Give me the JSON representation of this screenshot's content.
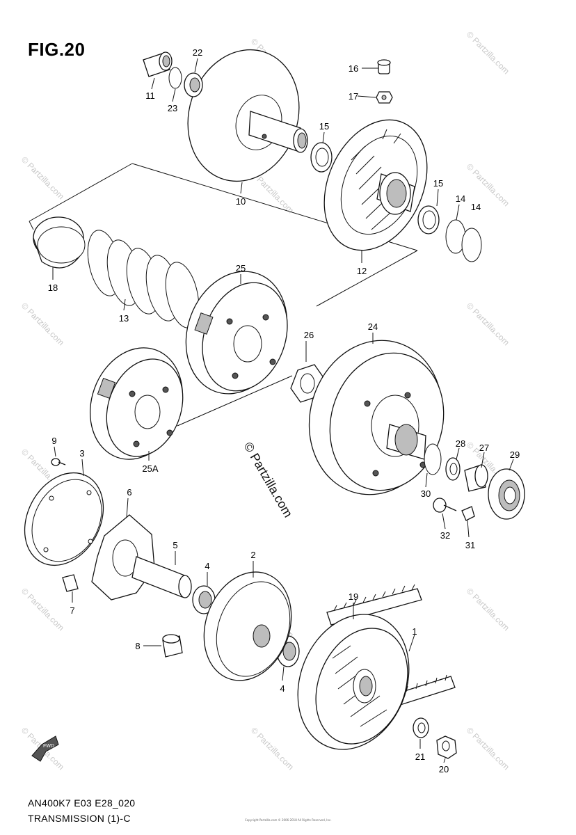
{
  "figure": {
    "title": "FIG.20",
    "model_code": "AN400K7 E03 E28_020",
    "section": "TRANSMISSION (1)-C",
    "copyright_fine": "Copyright\nPartzilla.com © 2006-2018 All Rights Reserved, Inc."
  },
  "watermark": {
    "text": "© Partzilla.com",
    "brand": "© Partzilla.com"
  },
  "icons": {
    "direction_arrow": "fwd-arrow-icon",
    "direction_text": "FWD"
  },
  "callouts": [
    {
      "id": "1",
      "label": "1"
    },
    {
      "id": "2",
      "label": "2"
    },
    {
      "id": "3",
      "label": "3"
    },
    {
      "id": "4a",
      "label": "4"
    },
    {
      "id": "4b",
      "label": "4"
    },
    {
      "id": "5",
      "label": "5"
    },
    {
      "id": "6",
      "label": "6"
    },
    {
      "id": "7",
      "label": "7"
    },
    {
      "id": "8",
      "label": "8"
    },
    {
      "id": "9",
      "label": "9"
    },
    {
      "id": "10",
      "label": "10"
    },
    {
      "id": "11",
      "label": "11"
    },
    {
      "id": "12",
      "label": "12"
    },
    {
      "id": "13",
      "label": "13"
    },
    {
      "id": "14a",
      "label": "14"
    },
    {
      "id": "14b",
      "label": "14"
    },
    {
      "id": "15a",
      "label": "15"
    },
    {
      "id": "15b",
      "label": "15"
    },
    {
      "id": "16",
      "label": "16"
    },
    {
      "id": "17",
      "label": "17"
    },
    {
      "id": "18",
      "label": "18"
    },
    {
      "id": "19",
      "label": "19"
    },
    {
      "id": "20",
      "label": "20"
    },
    {
      "id": "21",
      "label": "21"
    },
    {
      "id": "22",
      "label": "22"
    },
    {
      "id": "23",
      "label": "23"
    },
    {
      "id": "24",
      "label": "24"
    },
    {
      "id": "25",
      "label": "25"
    },
    {
      "id": "25A",
      "label": "25A"
    },
    {
      "id": "26",
      "label": "26"
    },
    {
      "id": "27",
      "label": "27"
    },
    {
      "id": "28",
      "label": "28"
    },
    {
      "id": "29",
      "label": "29"
    },
    {
      "id": "30",
      "label": "30"
    },
    {
      "id": "31",
      "label": "31"
    },
    {
      "id": "32",
      "label": "32"
    }
  ]
}
